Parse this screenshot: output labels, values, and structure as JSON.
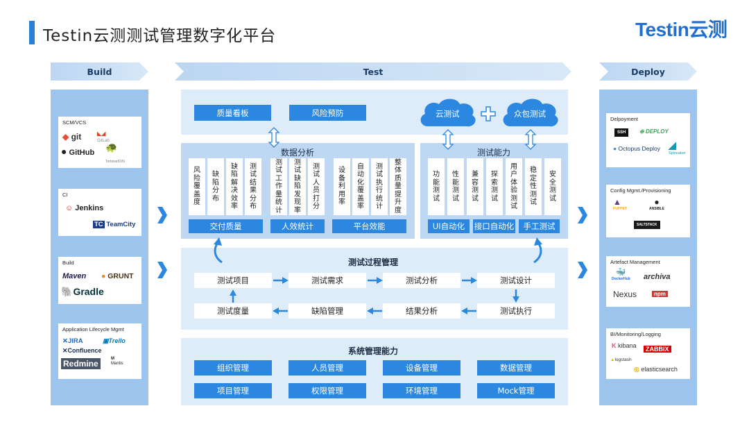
{
  "title": "Testin云测测试管理数字化平台",
  "logo": "Testin云测",
  "stages": {
    "build": "Build",
    "test": "Test",
    "deploy": "Deploy"
  },
  "build": {
    "scm": {
      "title": "SCM/VCS",
      "tools": [
        "git",
        "GitHub",
        "GitLab",
        "TortoiseSVN"
      ]
    },
    "ci": {
      "title": "CI",
      "tools": [
        "Jenkins",
        "TeamCity"
      ]
    },
    "build": {
      "title": "Build",
      "tools": [
        "Maven",
        "GRUNT",
        "Gradle"
      ]
    },
    "alm": {
      "title": "Application Lifecycle Mgmt",
      "tools": [
        "JIRA",
        "Trello",
        "Confluence",
        "Redmine",
        "Mantis"
      ]
    }
  },
  "deploy": {
    "deployment": {
      "title": "Delpoyment",
      "tools": [
        "SSH",
        "DEPLOY",
        "Octopus Deploy",
        "Spinnaker"
      ]
    },
    "config": {
      "title": "Config Mgmt./Provisioning",
      "tools": [
        "PUPPET",
        "ANSIBLE",
        "SALTSTACK"
      ]
    },
    "artefact": {
      "title": "Artefact Management",
      "tools": [
        "DockerHub",
        "archiva",
        "Nexus",
        "npm"
      ]
    },
    "bi": {
      "title": "BI/Monitoring/Logging",
      "tools": [
        "kibana",
        "ZABBIX",
        "logstash",
        "elasticsearch"
      ]
    }
  },
  "top": {
    "dashboard": "质量看板",
    "risk": "风险预防",
    "cloud_test": "云测试",
    "crowd_test": "众包测试"
  },
  "data_analysis": {
    "label": "数据分析",
    "items": [
      "风险覆盖度",
      "缺陷分布",
      "缺陷解决效率",
      "测试结果分布",
      "测试工作量统计",
      "测试缺陷发现率",
      "测试人员打分",
      "设备利用率",
      "自动化覆盖率",
      "测试执行统计",
      "整体质量提升度"
    ],
    "groups": [
      "交付质量",
      "人效统计",
      "平台效能"
    ]
  },
  "test_capability": {
    "label": "测试能力",
    "items": [
      "功能测试",
      "性能测试",
      "兼容测试",
      "探索测试",
      "用户体验测试",
      "稳定性测试",
      "安全测试"
    ],
    "groups": [
      "UI自动化",
      "接口自动化",
      "手工测试"
    ]
  },
  "process": {
    "label": "测试过程管理",
    "row1": [
      "测试项目",
      "测试需求",
      "测试分析",
      "测试设计"
    ],
    "row2": [
      "测试度量",
      "缺陷管理",
      "结果分析",
      "测试执行"
    ]
  },
  "system": {
    "label": "系统管理能力",
    "row1": [
      "组织管理",
      "人员管理",
      "设备管理",
      "数据管理"
    ],
    "row2": [
      "项目管理",
      "权限管理",
      "环境管理",
      "Mock管理"
    ]
  },
  "colors": {
    "accent": "#2b87e0",
    "panel": "#deecfa",
    "column": "#9dc4ec",
    "title_bar": "#2a7fd4"
  }
}
